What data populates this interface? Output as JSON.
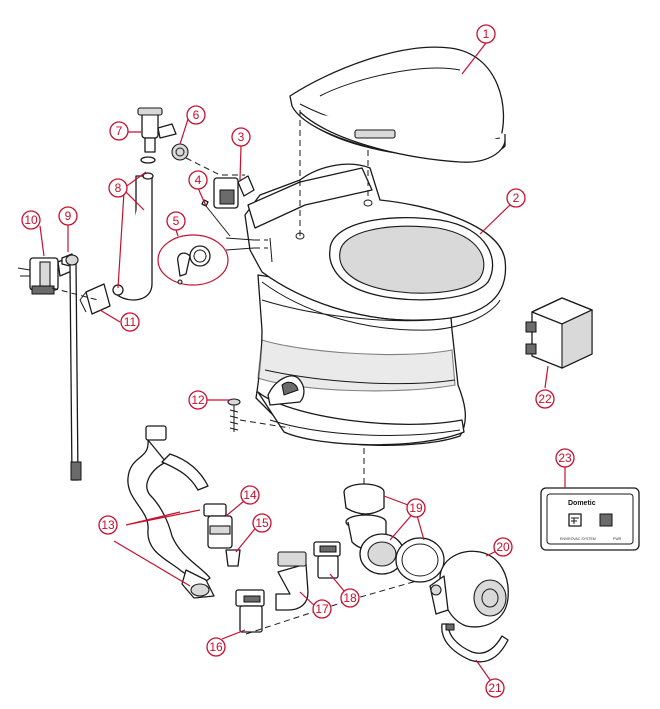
{
  "diagram": {
    "callouts": [
      "1",
      "2",
      "3",
      "4",
      "5",
      "6",
      "7",
      "8",
      "9",
      "10",
      "11",
      "12",
      "13",
      "14",
      "15",
      "16",
      "17",
      "18",
      "19",
      "20",
      "21",
      "22",
      "23"
    ],
    "control_panel": {
      "brand": "Dometic",
      "footer_left": "ENVIROVAC SYSTEM",
      "footer_right": "PWR"
    }
  }
}
